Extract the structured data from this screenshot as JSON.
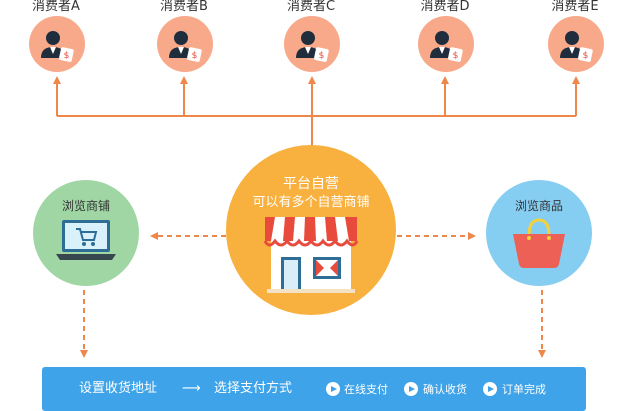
{
  "consumers": [
    {
      "label": "消费者A"
    },
    {
      "label": "消费者B"
    },
    {
      "label": "消费者C"
    },
    {
      "label": "消费者D"
    },
    {
      "label": "消费者E"
    }
  ],
  "center": {
    "line1": "平台自营",
    "line2": "可以有多个自营商铺"
  },
  "left_node": {
    "label": "浏览商铺"
  },
  "right_node": {
    "label": "浏览商品"
  },
  "flow": {
    "step1": "设置收货地址",
    "arrow": "⟶",
    "step2": "选择支付方式",
    "step3": "在线支付",
    "step4": "确认收货",
    "step5": "订单完成"
  },
  "colors": {
    "consumer_circle": "#f8a98a",
    "center_circle": "#f8b03e",
    "left_circle": "#9fd6a4",
    "right_circle": "#86cdf2",
    "arrow": "#f0874a",
    "bottom_bar": "#3ea3e8"
  },
  "icons": [
    "user-icon",
    "price-tag-icon",
    "store-icon",
    "laptop-cart-icon",
    "shopping-bag-icon",
    "play-icon"
  ]
}
